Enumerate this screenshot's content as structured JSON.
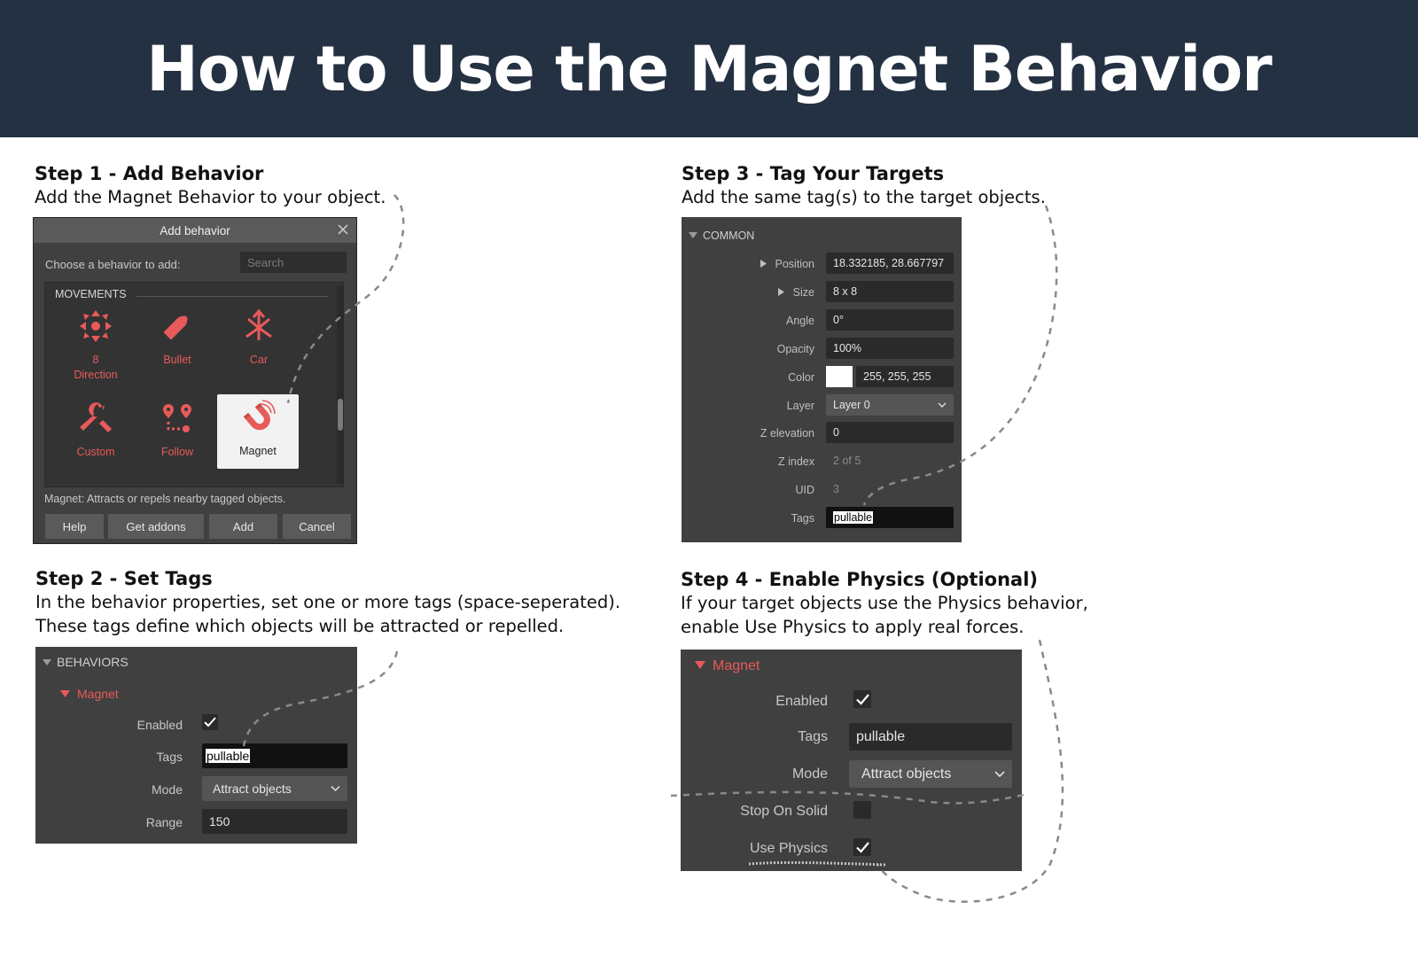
{
  "header": {
    "title": "How to Use the Magnet Behavior"
  },
  "steps": [
    {
      "title": "Step 1 - Add Behavior",
      "lines": [
        "Add the Magnet Behavior to your object."
      ]
    },
    {
      "title": "Step 2 - Set Tags",
      "lines": [
        "In the behavior properties, set one or more tags (space-seperated).",
        "These tags define which objects will be attracted or repelled."
      ]
    },
    {
      "title": "Step 3 - Tag Your Targets",
      "lines": [
        "Add the same tag(s) to the target objects."
      ]
    },
    {
      "title": "Step 4 - Enable Physics (Optional)",
      "lines": [
        "If your target objects use the Physics behavior,",
        "enable Use Physics to apply real forces."
      ]
    }
  ],
  "add_behavior_dialog": {
    "title": "Add behavior",
    "choose_label": "Choose a behavior to add:",
    "search_placeholder": "Search",
    "category": "MOVEMENTS",
    "items": [
      {
        "label_line1": "8",
        "label_line2": "Direction",
        "icon": "8-direction-icon"
      },
      {
        "label_line1": "Bullet",
        "icon": "bullet-icon"
      },
      {
        "label_line1": "Car",
        "icon": "car-icon"
      },
      {
        "label_line1": "Custom",
        "icon": "custom-wrench-icon"
      },
      {
        "label_line1": "Follow",
        "icon": "follow-icon"
      },
      {
        "label_line1": "Magnet",
        "icon": "magnet-icon",
        "selected": true
      }
    ],
    "description": "Magnet: Attracts or repels nearby tagged objects.",
    "buttons": {
      "help": "Help",
      "get_addons": "Get addons",
      "add": "Add",
      "cancel": "Cancel"
    }
  },
  "behaviors_panel": {
    "header": "BEHAVIORS",
    "behavior_name": "Magnet",
    "enabled_label": "Enabled",
    "enabled": true,
    "tags_label": "Tags",
    "tags_value": "pullable",
    "mode_label": "Mode",
    "mode_value": "Attract objects",
    "range_label": "Range",
    "range_value": "150"
  },
  "common_panel": {
    "header": "COMMON",
    "position_label": "Position",
    "position_value": "18.332185, 28.667797",
    "size_label": "Size",
    "size_value": "8 x 8",
    "angle_label": "Angle",
    "angle_value": "0°",
    "opacity_label": "Opacity",
    "opacity_value": "100%",
    "color_label": "Color",
    "color_value": "255, 255, 255",
    "layer_label": "Layer",
    "layer_value": "Layer 0",
    "z_elevation_label": "Z elevation",
    "z_elevation_value": "0",
    "z_index_label": "Z index",
    "z_index_value": "2 of 5",
    "uid_label": "UID",
    "uid_value": "3",
    "tags_label": "Tags",
    "tags_value": "pullable"
  },
  "magnet_panel": {
    "behavior_name": "Magnet",
    "enabled_label": "Enabled",
    "enabled": true,
    "tags_label": "Tags",
    "tags_value": "pullable",
    "mode_label": "Mode",
    "mode_value": "Attract objects",
    "stop_on_solid_label": "Stop On Solid",
    "stop_on_solid": false,
    "use_physics_label": "Use Physics",
    "use_physics": true
  },
  "colors": {
    "header_bg": "#243142",
    "panel_bg": "#404040",
    "accent_red": "#e85a5a",
    "connector": "#8a8a8a"
  }
}
